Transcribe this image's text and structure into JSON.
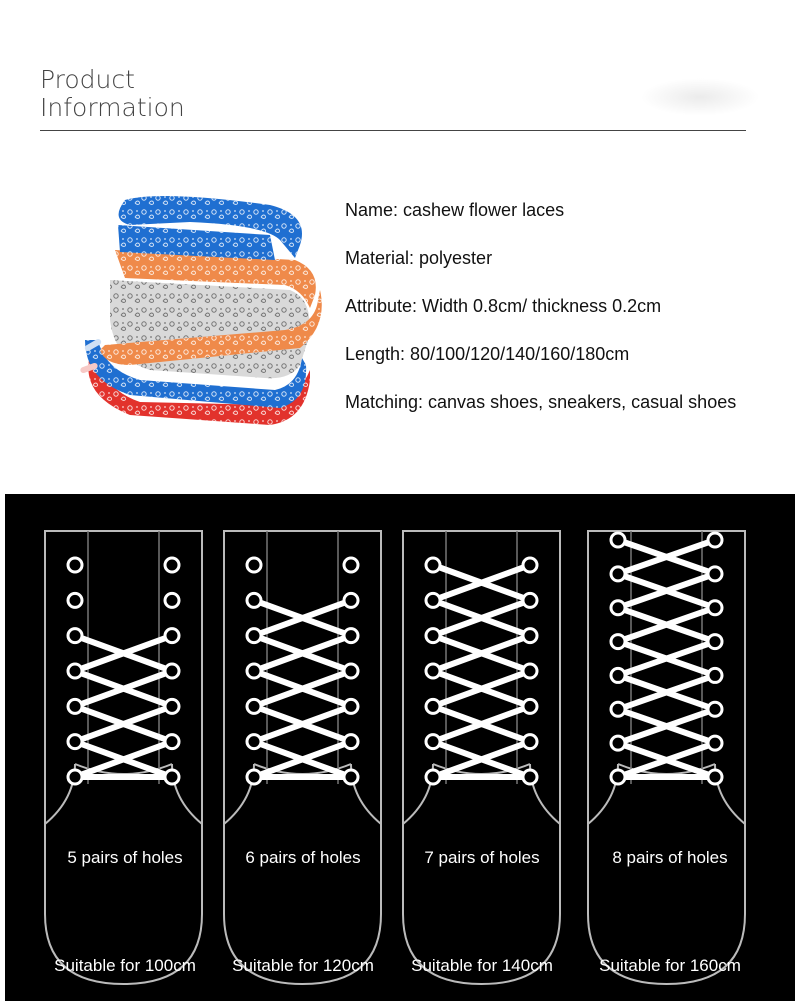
{
  "header": {
    "title_line1": "Product",
    "title_line2": "Information"
  },
  "product": {
    "image_icon": "shoelace-bundle-icon",
    "colors": {
      "blue": "#1f6fd1",
      "orange": "#ef8a4a",
      "gray": "#8a8a8a",
      "red": "#e2322c"
    }
  },
  "specs": [
    "Name: cashew flower laces",
    "Material: polyester",
    "Attribute: Width 0.8cm/ thickness 0.2cm",
    "Length: 80/100/120/140/160/180cm",
    "Matching: canvas shoes, sneakers, casual shoes"
  ],
  "lacing_options": [
    {
      "crossed_pairs": 5,
      "total_pairs": 7,
      "holes_label": "5 pairs of holes",
      "length_label": "Suitable for 100cm"
    },
    {
      "crossed_pairs": 6,
      "total_pairs": 7,
      "holes_label": "6 pairs of holes",
      "length_label": "Suitable for 120cm"
    },
    {
      "crossed_pairs": 7,
      "total_pairs": 7,
      "holes_label": "7 pairs of holes",
      "length_label": "Suitable for 140cm"
    },
    {
      "crossed_pairs": 8,
      "total_pairs": 8,
      "holes_label": "8 pairs of holes",
      "length_label": "Suitable for 160cm"
    }
  ]
}
